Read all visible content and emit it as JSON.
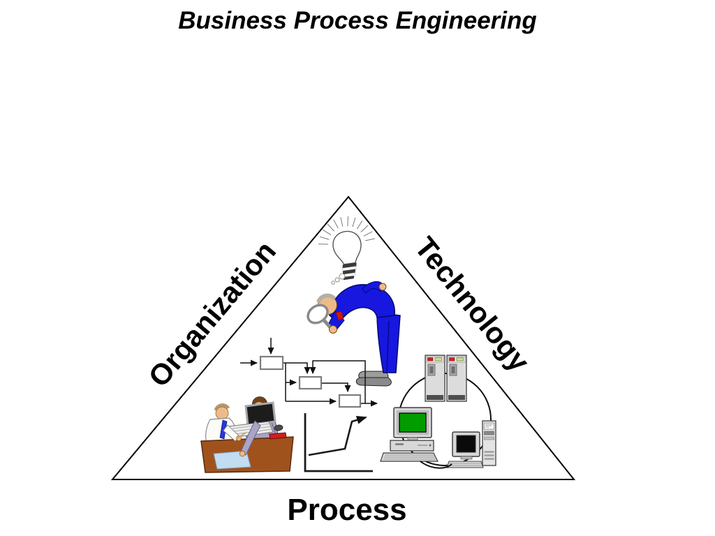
{
  "slide": {
    "title": "Business Process Engineering"
  },
  "triangle": {
    "left_label": "Organization",
    "right_label": "Technology",
    "bottom_label": "Process"
  },
  "illustrations": [
    {
      "name": "light-bulb-icon",
      "meaning": "idea light bulb with rays and thought bubbles"
    },
    {
      "name": "magnifier-man-icon",
      "meaning": "man in blue suit bent over inspecting through magnifying glass"
    },
    {
      "name": "flowchart-icon",
      "meaning": "three-box process flow diagram with arrows and feedback loop"
    },
    {
      "name": "growth-chart-icon",
      "meaning": "line graph with steep rising arrow"
    },
    {
      "name": "teamwork-desk-icon",
      "meaning": "two people reviewing documents at a desk with a computer"
    },
    {
      "name": "computer-network-icon",
      "meaning": "servers, workstations and tower connected in a network ring"
    }
  ],
  "colors": {
    "text": "#000000",
    "background": "#ffffff",
    "suit_blue": "#1717e0",
    "screen_green": "#009c00",
    "skirt_purple": "#8d1fd0",
    "desk_brown": "#a0521c",
    "led_red": "#cc2222"
  }
}
